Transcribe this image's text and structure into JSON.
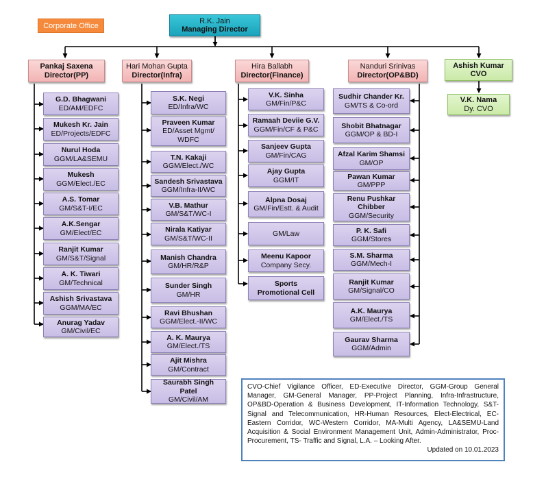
{
  "corporate_office": "Corporate Office",
  "md": {
    "name": "R.K. Jain",
    "designation": "Managing Director"
  },
  "directors": [
    {
      "name": "Pankaj Saxena",
      "designation": "Director(PP)"
    },
    {
      "name": "Hari Mohan Gupta",
      "designation": "Director(Infra)"
    },
    {
      "name": "Hira Ballabh",
      "designation": "Director(Finance)"
    },
    {
      "name": "Nanduri Srinivas",
      "designation": "Director(OP&BD)"
    }
  ],
  "cvo": {
    "name": "Ashish Kumar",
    "designation": "CVO"
  },
  "dy_cvo": {
    "name": "V.K. Nama",
    "designation": "Dy. CVO"
  },
  "pp_team": [
    {
      "name": "G.D. Bhagwani",
      "designation": "ED/AM/EDFC"
    },
    {
      "name": "Mukesh Kr. Jain",
      "designation": "ED/Projects/EDFC"
    },
    {
      "name": "Nurul Hoda",
      "designation": "GGM/LA&SEMU"
    },
    {
      "name": "Mukesh",
      "designation": "GGM/Elect./EC"
    },
    {
      "name": "A.S. Tomar",
      "designation": "GM/S&T-I/EC"
    },
    {
      "name": "A.K.Sengar",
      "designation": "GM/Elect/EC"
    },
    {
      "name": "Ranjit Kumar",
      "designation": "GM/S&T/Signal"
    },
    {
      "name": "A. K. Tiwari",
      "designation": "GM/Technical"
    },
    {
      "name": "Ashish Srivastava",
      "designation": "GGM/MA/EC"
    },
    {
      "name": "Anurag Yadav",
      "designation": "GM/Civil/EC"
    }
  ],
  "infra_team": [
    {
      "name": "S.K. Negi",
      "designation": "ED/Infra/WC"
    },
    {
      "name": "Praveen Kumar",
      "designation": "ED/Asset Mgmt/",
      "designation2": "WDFC"
    },
    {
      "name": "T.N. Kakaji",
      "designation": "GGM/Elect./WC"
    },
    {
      "name": "Sandesh Srivastava",
      "designation": "GGM/Infra-II/WC"
    },
    {
      "name": "V.B. Mathur",
      "designation": "GM/S&T/WC-I"
    },
    {
      "name": "Nirala Katiyar",
      "designation": "GM/S&T/WC-II"
    },
    {
      "name": "Manish Chandra",
      "designation": "GM/HR/R&P"
    },
    {
      "name": "Sunder Singh",
      "designation": "GM/HR"
    },
    {
      "name": "Ravi Bhushan",
      "designation": "GGM/Elect.-II/WC"
    },
    {
      "name": "A. K. Maurya",
      "designation": "GM/Elect./TS"
    },
    {
      "name": "Ajit Mishra",
      "designation": "GM/Contract"
    },
    {
      "name": "Saurabh Singh Patel",
      "designation": "GM/Civil/AM"
    }
  ],
  "finance_team": [
    {
      "name": "V.K. Sinha",
      "designation": "GM/Fin/P&C"
    },
    {
      "name": "Ramaah Deviie G.V.",
      "designation": "GGM/Fin/CF & P&C"
    },
    {
      "name": "Sanjeev Gupta",
      "designation": "GM/Fin/CAG"
    },
    {
      "name": "Ajay Gupta",
      "designation": "GGM/IT"
    },
    {
      "name": "Alpna Dosaj",
      "designation": "GM/Fin/Estt. & Audit"
    },
    {
      "name": "",
      "designation": "GM/Law"
    },
    {
      "name": "Meenu Kapoor",
      "designation": "Company Secy."
    },
    {
      "name": "Sports",
      "designation": "Promotional Cell"
    }
  ],
  "opbd_team": [
    {
      "name": "Sudhir Chander Kr.",
      "designation": "GM/TS & Co-ord"
    },
    {
      "name": "Shobit Bhatnagar",
      "designation": "GGM/OP & BD-I"
    },
    {
      "name": "Afzal Karim Shamsi",
      "designation": "GM/OP"
    },
    {
      "name": "Pawan Kumar",
      "designation": "GM/PPP"
    },
    {
      "name": "Renu Pushkar",
      "name2": "Chibber",
      "designation": "GGM/Security"
    },
    {
      "name": "P. K. Safi",
      "designation": "GGM/Stores"
    },
    {
      "name": "S.M. Sharma",
      "designation": "GGM/Mech-I"
    },
    {
      "name": "Ranjit Kumar",
      "designation": "GM/Signal/CO"
    },
    {
      "name": "A.K. Maurya",
      "designation": "GM/Elect./TS"
    },
    {
      "name": "Gaurav Sharma",
      "designation": "GGM/Admin"
    }
  ],
  "legend": {
    "text": "CVO-Chief Vigilance Officer, ED-Executive Director, GGM-Group General Manager, GM-General Manager, PP-Project Planning, Infra-Infrastructure, OP&BD-Operation & Business Development, IT-Information Technology, S&T-Signal and Telecommunication, HR-Human Resources, Elect-Electrical, EC-Eastern Corridor, WC-Western Corridor, MA-Multi Agency, LA&SEMU-Land Acquisition & Social Environment Management Unit, Admin-Administrator, Proc-Procurement, TS- Traffic and Signal, L.A. – Looking After.",
    "updated": "Updated on 10.01.2023"
  }
}
